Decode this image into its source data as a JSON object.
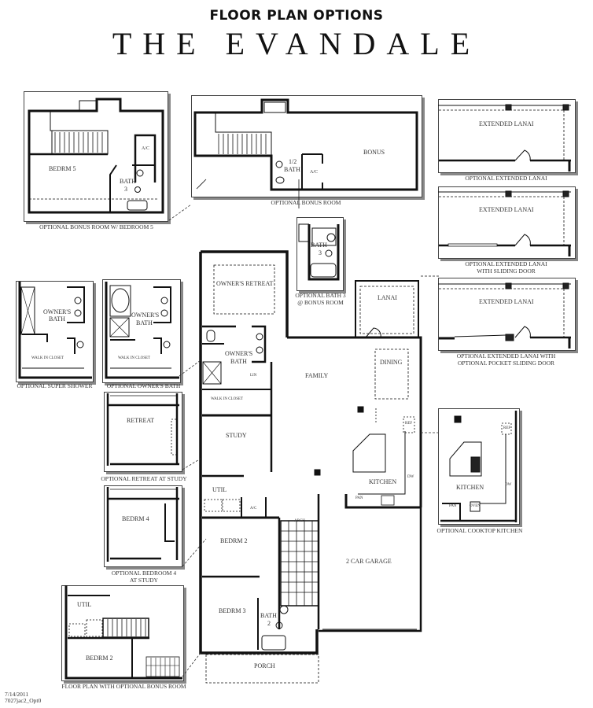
{
  "header": {
    "subtitle": "FLOOR PLAN OPTIONS",
    "title": "THE EVANDALE"
  },
  "options": {
    "bonus_room_bedroom5": {
      "caption": "OPTIONAL BONUS ROOM W/ BEDROOM 5",
      "rooms": {
        "bedroom": "BEDRM 5",
        "bath": "BATH",
        "bath_num": "3",
        "ac": "A/C"
      }
    },
    "bonus_room": {
      "caption": "OPTIONAL BONUS ROOM",
      "rooms": {
        "bonus": "BONUS",
        "half_bath": "1/2",
        "bath": "BATH",
        "ac": "A/C"
      }
    },
    "bath3_bonus": {
      "caption_line1": "OPTIONAL BATH 3",
      "caption_line2": "@ BONUS ROOM",
      "rooms": {
        "bath": "BATH",
        "bath_num": "3"
      }
    },
    "extended_lanai": {
      "caption": "OPTIONAL EXTENDED LANAI",
      "room": "EXTENDED LANAI"
    },
    "extended_lanai_sliding": {
      "caption_line1": "OPTIONAL EXTENDED LANAI",
      "caption_line2": "WITH SLIDING DOOR",
      "room": "EXTENDED LANAI"
    },
    "extended_lanai_pocket": {
      "caption_line1": "OPTIONAL EXTENDED LANAI WITH",
      "caption_line2": "OPTIONAL POCKET SLIDING DOOR",
      "room": "EXTENDED LANAI"
    },
    "super_shower": {
      "caption": "OPTIONAL SUPER SHOWER",
      "rooms": {
        "bath_line1": "OWNER'S",
        "bath_line2": "BATH",
        "closet": "WALK IN CLOSET"
      }
    },
    "owners_bath": {
      "caption": "OPTIONAL OWNER'S BATH",
      "rooms": {
        "bath_line1": "OWNER'S",
        "bath_line2": "BATH",
        "closet": "WALK IN CLOSET"
      }
    },
    "retreat_at_study": {
      "caption": "OPTIONAL RETREAT AT STUDY",
      "room": "RETREAT"
    },
    "bedroom4_at_study": {
      "caption_line1": "OPTIONAL BEDROOM 4",
      "caption_line2": "AT STUDY",
      "room": "BEDRM 4"
    },
    "plan_with_bonus": {
      "caption": "FLOOR PLAN WITH OPTIONAL BONUS ROOM",
      "rooms": {
        "util": "UTIL",
        "bedroom": "BEDRM 2"
      }
    },
    "cooktop_kitchen": {
      "caption": "OPTIONAL COOKTOP KITCHEN",
      "rooms": {
        "kitchen": "KITCHEN",
        "pantry": "PAN",
        "oven": "OVEN",
        "ref": "REF",
        "dw": "DW"
      }
    }
  },
  "main_plan": {
    "rooms": {
      "owners_retreat": "OWNER'S RETREAT",
      "owners_bath_line1": "OWNER'S",
      "owners_bath_line2": "BATH",
      "walk_in_closet": "WALK IN CLOSET",
      "lin": "LIN",
      "lanai": "LANAI",
      "dining": "DINING",
      "family": "FAMILY",
      "study": "STUDY",
      "util": "UTIL",
      "ac": "A/C",
      "kitchen": "KITCHEN",
      "pantry": "PAN",
      "ref": "REF",
      "dw": "DW",
      "garage": "2 CAR GARAGE",
      "bedroom2": "BEDRM 2",
      "bedroom3": "BEDRM 3",
      "bath2_line1": "BATH",
      "bath2_line2": "2",
      "porch": "PORCH",
      "arch": "ARCH"
    }
  },
  "footer": {
    "date": "7/14/2011",
    "code": "7027jac2_Opt0"
  }
}
